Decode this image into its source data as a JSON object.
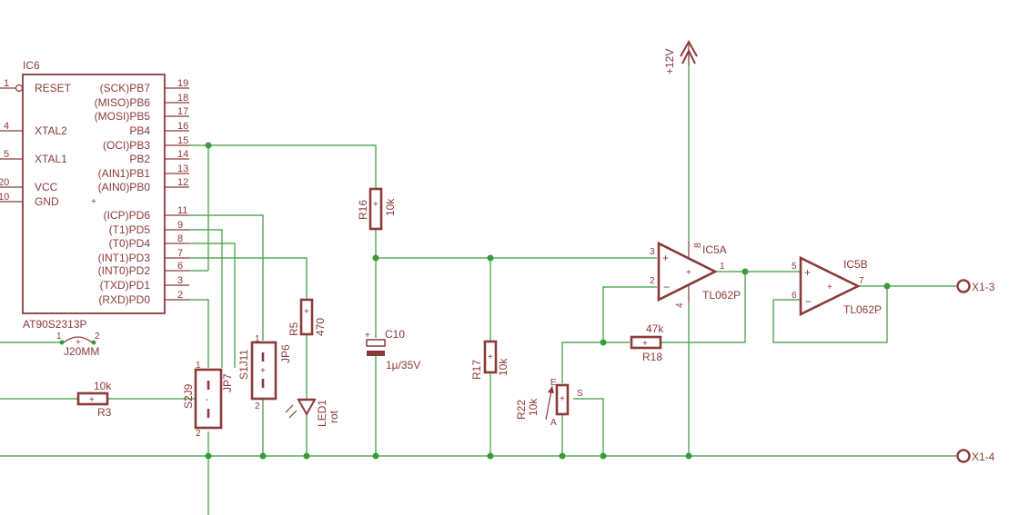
{
  "ic6": {
    "name": "IC6",
    "part": "AT90S2313P",
    "left_pins": [
      {
        "num": "1",
        "label": "RESET"
      },
      {
        "num": "4",
        "label": "XTAL2"
      },
      {
        "num": "5",
        "label": "XTAL1"
      },
      {
        "num": "20",
        "label": "VCC"
      },
      {
        "num": "10",
        "label": "GND"
      }
    ],
    "right_pins": [
      {
        "num": "19",
        "label": "(SCK)PB7"
      },
      {
        "num": "18",
        "label": "(MISO)PB6"
      },
      {
        "num": "17",
        "label": "(MOSI)PB5"
      },
      {
        "num": "16",
        "label": "PB4"
      },
      {
        "num": "15",
        "label": "(OCI)PB3"
      },
      {
        "num": "14",
        "label": "PB2"
      },
      {
        "num": "13",
        "label": "(AIN1)PB1"
      },
      {
        "num": "12",
        "label": "(AIN0)PB0"
      },
      {
        "num": "11",
        "label": "(ICP)PD6"
      },
      {
        "num": "9",
        "label": "(T1)PD5"
      },
      {
        "num": "8",
        "label": "(T0)PD4"
      },
      {
        "num": "7",
        "label": "(INT1)PD3"
      },
      {
        "num": "6",
        "label": "(INT0)PD2"
      },
      {
        "num": "3",
        "label": "(TXD)PD1"
      },
      {
        "num": "2",
        "label": "(RXD)PD0"
      }
    ]
  },
  "j20": {
    "name": "J20MM",
    "pin1": "1",
    "pin2": "2"
  },
  "r3": {
    "name": "R3",
    "value": "10k"
  },
  "s2": {
    "name": "S2J9",
    "ref": "JP7",
    "pin_top": "1",
    "pin_bottom": "2"
  },
  "s1": {
    "name": "S1J11",
    "ref": "JP6",
    "pin_top": "1",
    "pin_bottom": "2"
  },
  "r5": {
    "name": "R5",
    "value": "470"
  },
  "led1": {
    "name": "LED1",
    "value": "rot"
  },
  "r16": {
    "name": "R16",
    "value": "10k"
  },
  "c10": {
    "name": "C10",
    "value": "1µ/35V"
  },
  "r17": {
    "name": "R17",
    "value": "10k"
  },
  "r22": {
    "name": "R22",
    "value": "10k",
    "pin_a": "A",
    "pin_e": "E",
    "pin_s": "S"
  },
  "r18": {
    "name": "R18",
    "value": "47k"
  },
  "supply": {
    "label": "+12V"
  },
  "ic5a": {
    "name": "IC5A",
    "part": "TL062P",
    "pin_in_plus": "3",
    "pin_in_minus": "2",
    "pin_out": "1",
    "pin_vcc": "8",
    "pin_gnd": "4"
  },
  "ic5b": {
    "name": "IC5B",
    "part": "TL062P",
    "pin_in_plus": "5",
    "pin_in_minus": "6",
    "pin_out": "7"
  },
  "connectors": {
    "x13": "X1-3",
    "x14": "X1-4"
  }
}
